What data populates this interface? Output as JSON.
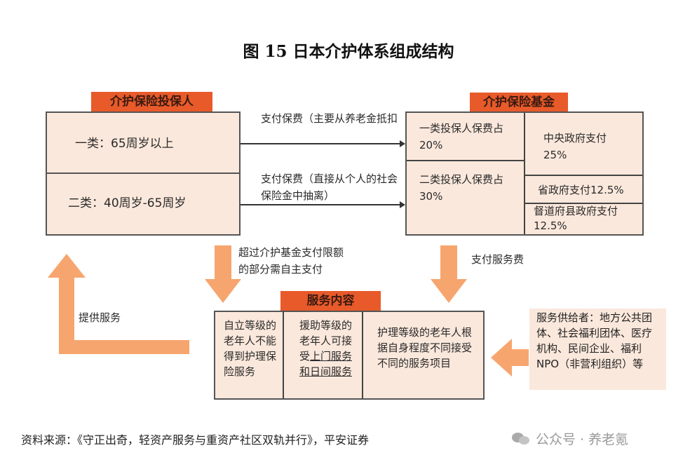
{
  "title": "图 15   日本介护体系组成结构",
  "insured": {
    "header": "介护保险投保人",
    "class1": "一类：65周岁以上",
    "class2": "二类：40周岁-65周岁"
  },
  "flows": {
    "pay1": "支付保费（主要从养老金抵扣",
    "pay2": "支付保费（直接从个人的社会保险金中抽离）",
    "excess": "超过介护基金支付限额的部分需自主支付",
    "service_fee": "支付服务费",
    "provide": "提供服务"
  },
  "fund": {
    "header": "介护保险基金",
    "class1_share": "一类投保人保费占20%",
    "class2_share": "二类投保人保费占30%",
    "central": "中央政府支付25%",
    "provincial": "省政府支付12.5%",
    "local": "督道府县政府支付12.5%"
  },
  "services": {
    "header": "服务内容",
    "col1": "自立等级的老年人不能得到护理保险服务",
    "col2_a": "援助等级的老年人可接受",
    "col2_b": "上门服务和日间服务",
    "col3": "护理等级的老年人根据自身程度不同接受不同的服务项目"
  },
  "providers": "服务供给者：地方公共团体、社会福利团体、医疗机构、民间企业、福利NPO（非营利组织）等",
  "footer": {
    "source": "资料来源：《守正出奇，轻资产服务与重资产社区双轨并行》，平安证券",
    "watermark": "公众号 · 养老氪"
  },
  "colors": {
    "header": "#e85a2a",
    "box": "#fbe8dc",
    "arrow": "#f7a56e"
  }
}
